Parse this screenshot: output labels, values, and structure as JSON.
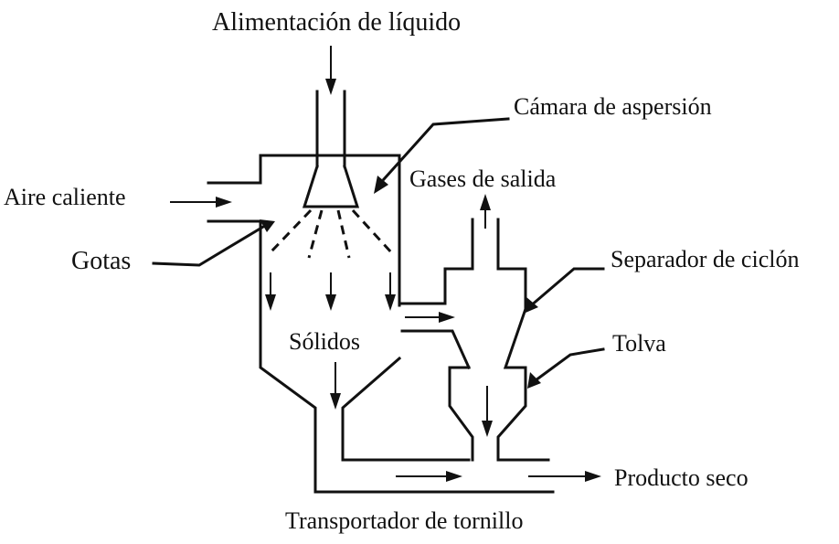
{
  "labels": {
    "liquid_feed": "Alimentación de líquido",
    "spray_chamber": "Cámara de aspersión",
    "hot_air": "Aire caliente",
    "exhaust_gases": "Gases de salida",
    "drops": "Gotas",
    "cyclone_separator": "Separador de ciclón",
    "solids": "Sólidos",
    "hopper": "Tolva",
    "dry_product": "Producto seco",
    "screw_conveyor": "Transportador de tornillo"
  },
  "colors": {
    "ink": "#111111",
    "background": "#ffffff"
  }
}
